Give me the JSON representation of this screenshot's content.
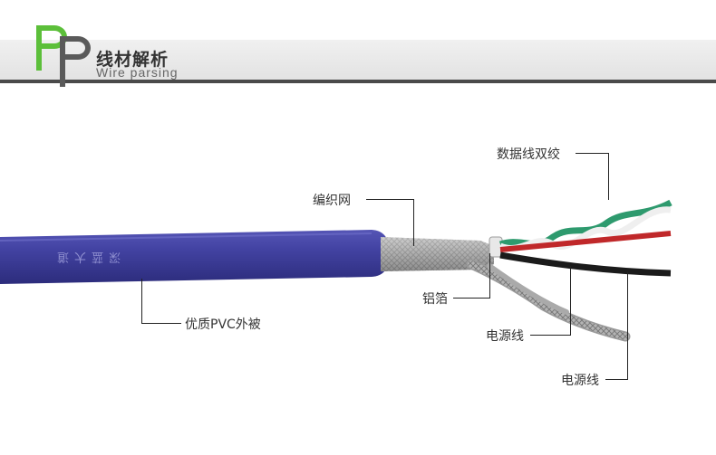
{
  "header": {
    "title_cn": "线材解析",
    "title_en": "Wire parsing",
    "logo_letters": "PP"
  },
  "cable": {
    "jacket_print": "深蓝大道",
    "colors": {
      "jacket": "#3f3f9c",
      "braid": "#b9b9b9",
      "pair_green": "#2e9a6e",
      "red": "#c0282a",
      "black": "#1b1b1b"
    }
  },
  "labels": {
    "data_pair": "数据线双绞",
    "braid": "编织网",
    "foil": "铝箔",
    "power_1": "电源线",
    "power_2": "电源线",
    "jacket": "优质PVC外被"
  },
  "colors": {
    "logo_green": "#5cbf3a",
    "logo_gray": "#5a5a5a"
  }
}
